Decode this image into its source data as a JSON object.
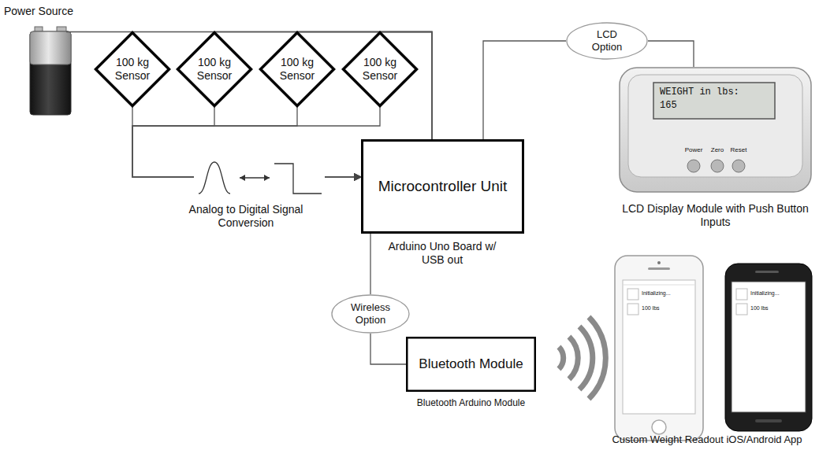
{
  "diagram": {
    "nodes": [
      {
        "text": [
          "100 kg Sensor"
        ]
      },
      {
        "text": [
          "100 kg Sensor"
        ]
      },
      {
        "text": [
          "100 kg Sensor"
        ]
      },
      {
        "text": [
          "100 kg Sensor"
        ]
      },
      {
        "text": [
          "LCD Option"
        ]
      },
      {
        "text": [
          "WEIGHT in lbs:",
          "165",
          "Power",
          "Zero",
          "Reset",
          "LCD Display Module with Push Button Inputs"
        ]
      },
      {
        "text": [
          "Microcontroller Unit",
          "Arduino Uno Board w/ USB out"
        ]
      },
      {
        "text": [
          "Wireless Option"
        ]
      },
      {
        "text": [
          "Bluetooth Module",
          "Bluetooth Arduino Module"
        ]
      }
    ],
    "edges": [
      {
        "from": 0,
        "to": 6,
        "arrow": "to"
      },
      {
        "from": 1,
        "to": 6,
        "arrow": "to"
      },
      {
        "from": 2,
        "to": 6,
        "arrow": "to"
      },
      {
        "from": 3,
        "to": 6,
        "arrow": "to"
      },
      {
        "from": 0,
        "to": 6,
        "arrow": "none"
      },
      {
        "from": 1,
        "to": 6,
        "arrow": "none"
      },
      {
        "from": 2,
        "to": 6,
        "arrow": "none"
      },
      {
        "from": 3,
        "to": 6,
        "arrow": "none"
      },
      {
        "from": 6,
        "to": 4,
        "arrow": "none"
      },
      {
        "from": 4,
        "to": 5,
        "arrow": "none"
      },
      {
        "from": 6,
        "to": 7,
        "arrow": "none"
      },
      {
        "from": 7,
        "to": 8,
        "arrow": "none"
      }
    ],
    "labels": [
      "Power Source",
      "Analog to Digital Signal Conversion",
      "Initializing...",
      "100 lbs",
      "Initializing...",
      "100 lbs",
      "Custom Weight Readout iOS/Android App"
    ]
  }
}
